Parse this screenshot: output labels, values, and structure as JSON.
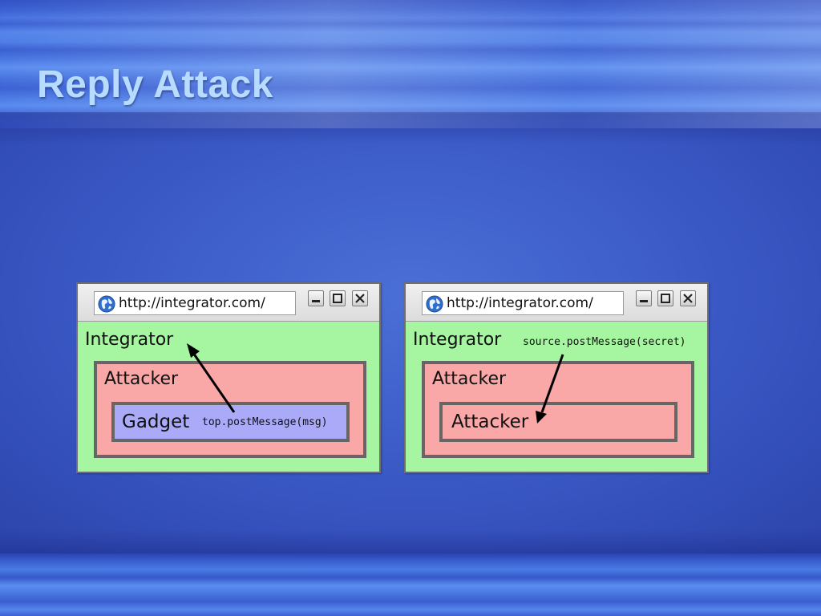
{
  "slide": {
    "title": "Reply Attack"
  },
  "colors": {
    "integrator_bg": "#a6f5a0",
    "attacker_bg": "#f9a7a7",
    "gadget_bg": "#aaaaf8",
    "title_color": "#b8dcff",
    "frame_border": "#666666"
  },
  "windows": [
    {
      "url": "http://integrator.com/",
      "icon": "globe-icon",
      "integrator_label": "Integrator",
      "attacker_label": "Attacker",
      "inner_label": "Gadget",
      "code_label": "top.postMessage(msg)"
    },
    {
      "url": "http://integrator.com/",
      "icon": "globe-icon",
      "integrator_label": "Integrator",
      "attacker_label": "Attacker",
      "inner_label": "Attacker",
      "code_label": "source.postMessage(secret)"
    }
  ]
}
